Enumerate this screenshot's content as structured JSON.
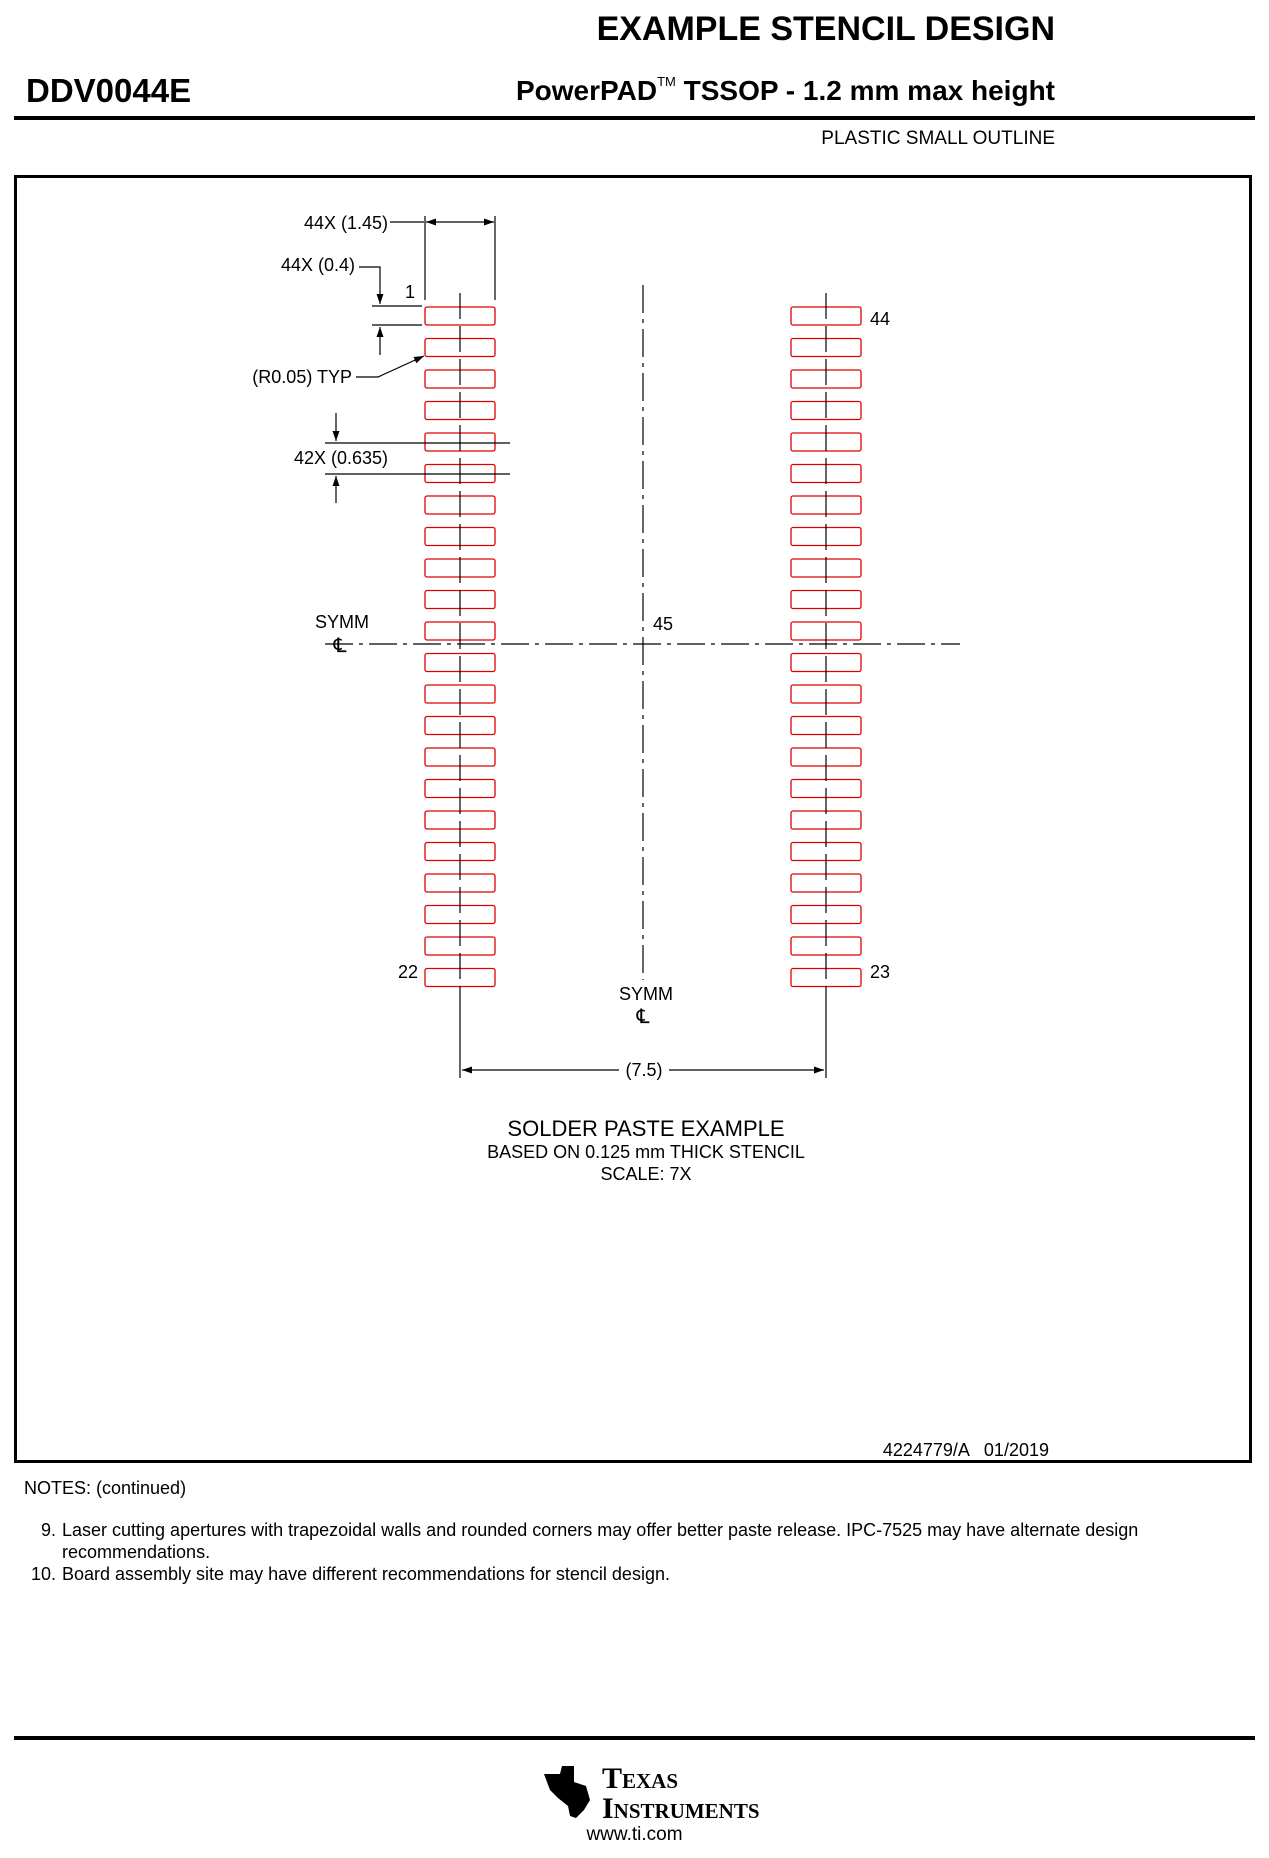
{
  "header": {
    "title": "EXAMPLE STENCIL DESIGN",
    "part_number": "DDV0044E",
    "package_name": "PowerPAD",
    "trademark": "TM",
    "package_desc": " TSSOP - 1.2 mm max height",
    "package_type": "PLASTIC SMALL OUTLINE"
  },
  "drawing": {
    "dim_pad_length": "44X (1.45)",
    "dim_pad_width": "44X (0.4)",
    "pin_first_label": "1",
    "corner_radius": "(R0.05) TYP",
    "dim_pitch": "42X (0.635)",
    "symm_left": "SYMM",
    "thermal_pad_label": "45",
    "pin_top_right_label": "44",
    "pin_bottom_left_label": "22",
    "pin_bottom_right_label": "23",
    "symm_bottom": "SYMM",
    "centerline_symbol": "℄",
    "dim_row_span": "(7.5)",
    "pins_per_side": 22,
    "pad_outline_color": "#e00000",
    "caption_title": "SOLDER PASTE EXAMPLE",
    "caption_line2": "BASED ON 0.125 mm THICK STENCIL",
    "caption_line3": "SCALE: 7X",
    "drawing_number": "4224779/A   01/2019"
  },
  "notes": {
    "heading": "NOTES: (continued)",
    "items": [
      {
        "num": "9.",
        "text": "Laser cutting apertures with trapezoidal walls and rounded corners may offer better paste release. IPC-7525 may have alternate design recommendations."
      },
      {
        "num": "10.",
        "text": "Board assembly site may have different recommendations for stencil design."
      }
    ]
  },
  "footer": {
    "company_line1": "Texas",
    "company_line2": "Instruments",
    "url": "www.ti.com"
  }
}
